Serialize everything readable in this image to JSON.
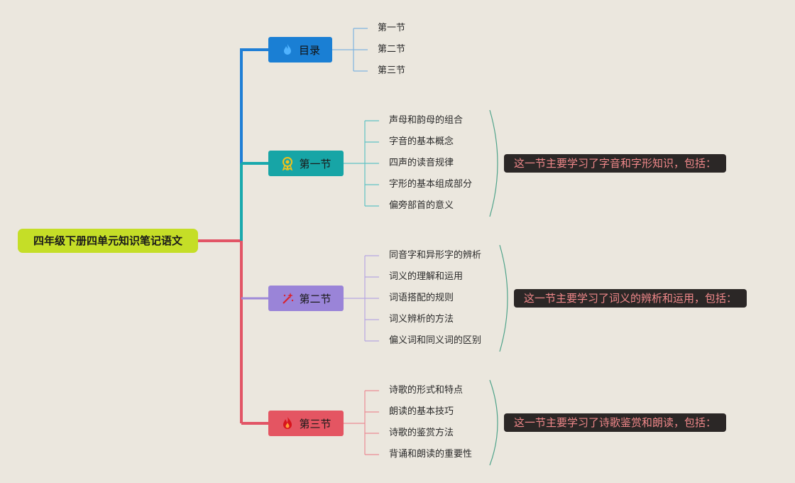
{
  "root": {
    "label": "四年级下册四单元知识笔记语文"
  },
  "branches": [
    {
      "label": "目录",
      "icon": "flame-icon",
      "color": "#1a7fd4",
      "line": "#1f7fd6",
      "items": [
        "第一节",
        "第二节",
        "第三节"
      ]
    },
    {
      "label": "第一节",
      "icon": "medal-icon",
      "color": "#17a5a6",
      "line": "#19a9ad",
      "items": [
        "声母和韵母的组合",
        "字音的基本概念",
        "四声的读音规律",
        "字形的基本组成部分",
        "偏旁部首的意义"
      ],
      "summary": "这一节主要学习了字音和字形知识，包括："
    },
    {
      "label": "第二节",
      "icon": "magic-wand-icon",
      "color": "#9a84d8",
      "line": "#9f8ad8",
      "items": [
        "同音字和异形字的辨析",
        "词义的理解和运用",
        "词语搭配的规则",
        "词义辨析的方法",
        "偏义词和同义词的区别"
      ],
      "summary": "这一节主要学习了词义的辨析和运用，包括："
    },
    {
      "label": "第三节",
      "icon": "fire-icon",
      "color": "#e45562",
      "line": "#e25566",
      "items": [
        "诗歌的形式和特点",
        "朗读的基本技巧",
        "诗歌的鉴赏方法",
        "背诵和朗读的重要性"
      ],
      "summary": "这一节主要学习了诗歌鉴赏和朗读，包括："
    }
  ]
}
